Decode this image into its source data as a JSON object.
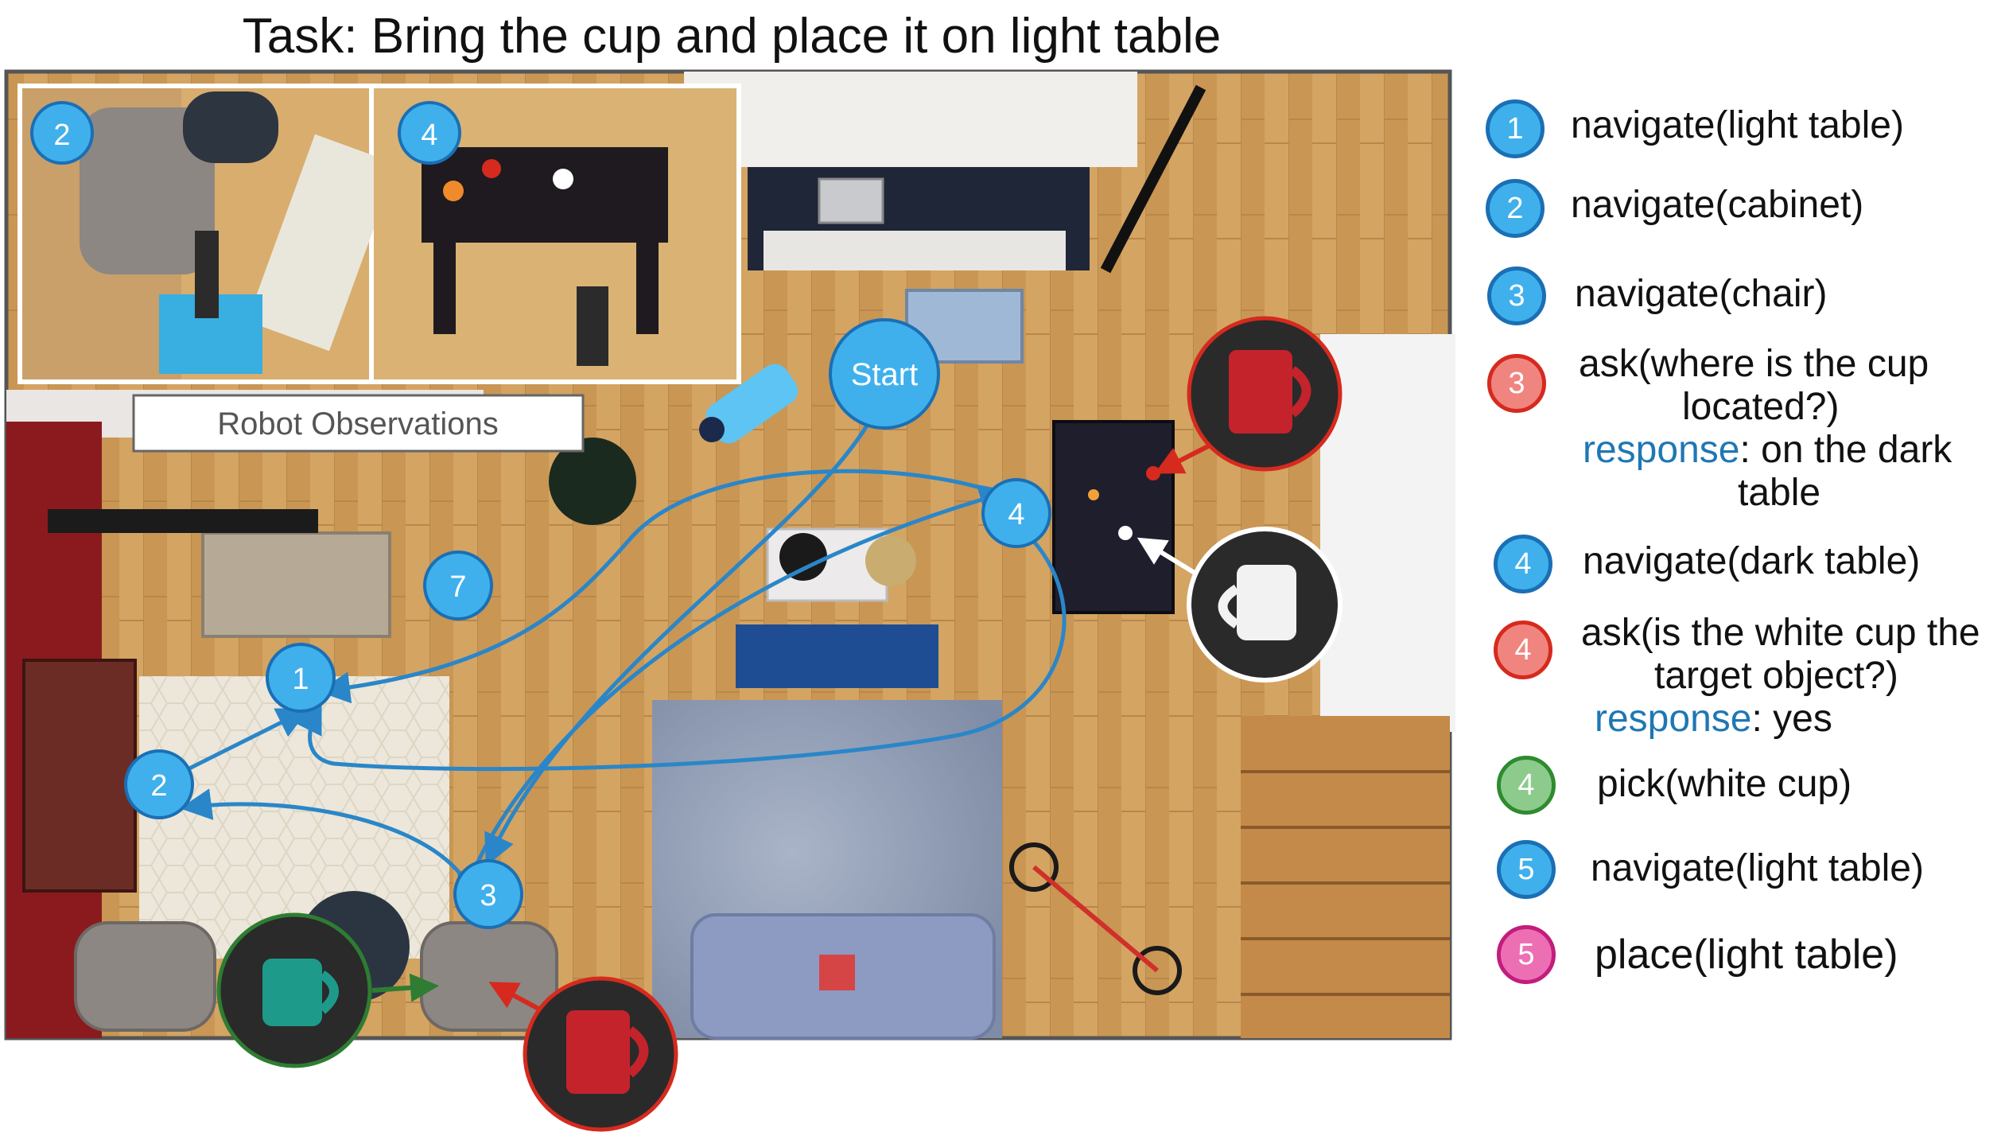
{
  "title": "Task: Bring the cup and place it on light table",
  "observations_label": "Robot Observations",
  "observation_panels": [
    {
      "step": "2"
    },
    {
      "step": "4"
    }
  ],
  "map_nodes": [
    {
      "label": "Start"
    },
    {
      "label": "1"
    },
    {
      "label": "2"
    },
    {
      "label": "3"
    },
    {
      "label": "4"
    },
    {
      "label": "7"
    }
  ],
  "colors": {
    "node_fill": "#3fb0ec",
    "node_border": "#1a6fb5",
    "path": "#2a86c8",
    "red_cup_ring": "#d62a1e",
    "white_cup_ring": "#ffffff",
    "green_cup_ring": "#2e7d32",
    "response": "#1f77b4"
  },
  "legend": [
    {
      "badge": "1",
      "color": "blue",
      "text": "navigate(light table)"
    },
    {
      "badge": "2",
      "color": "blue",
      "text": "navigate(cabinet)"
    },
    {
      "badge": "3",
      "color": "blue",
      "text": "navigate(chair)"
    },
    {
      "badge": "3",
      "color": "red",
      "text_line1": "ask(where is the cup",
      "text_line2": "located?)",
      "response_label": "response",
      "response_text": ": on the dark",
      "response_text2": "table"
    },
    {
      "badge": "4",
      "color": "blue",
      "text": "navigate(dark table)"
    },
    {
      "badge": "4",
      "color": "red",
      "text_line1": "ask(is the white cup the",
      "text_line2": "target object?)",
      "response_label": "response",
      "response_text": ": yes"
    },
    {
      "badge": "4",
      "color": "green",
      "text": "pick(white cup)"
    },
    {
      "badge": "5",
      "color": "blue",
      "text": "navigate(light table)"
    },
    {
      "badge": "5",
      "color": "pink",
      "text": "place(light table)"
    }
  ]
}
